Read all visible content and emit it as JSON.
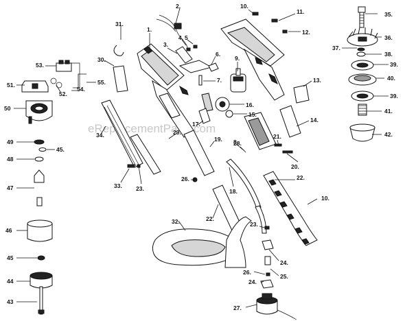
{
  "watermark": "eReplacementParts.com",
  "callouts": [
    "1.",
    "2.",
    "3.",
    "4.",
    "5",
    "6.",
    "7.",
    "8.",
    "9.",
    "10.",
    "10.",
    "11.",
    "12.",
    "13.",
    "14.",
    "15.",
    "16.",
    "17.",
    "18.",
    "19.",
    "20.",
    "21.",
    "22.",
    "22.",
    "23.",
    "23.",
    "24.",
    "24.",
    "25.",
    "26.",
    "26.",
    "27.",
    "28.",
    "29.",
    "30.",
    "31.",
    "32.",
    "33.",
    "34.",
    "35.",
    "36.",
    "37.",
    "38.",
    "39.",
    "39.",
    "40.",
    "41.",
    "42.",
    "43",
    "44",
    "45",
    "45.",
    "46",
    "47",
    "48",
    "49",
    "50",
    "51.",
    "52.",
    "53.",
    "54.",
    "55."
  ]
}
